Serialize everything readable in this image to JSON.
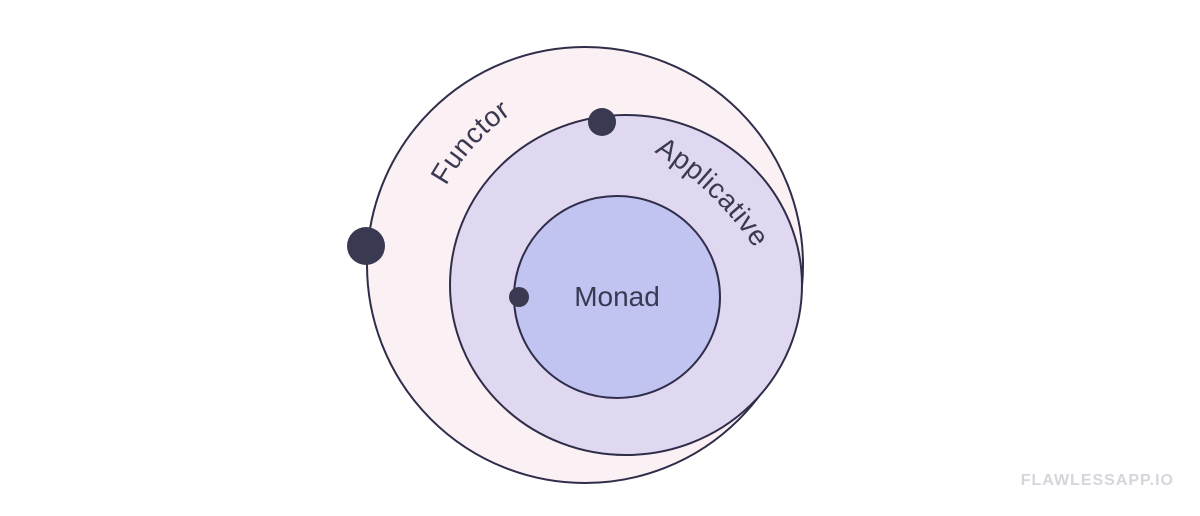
{
  "diagram": {
    "outer_label": "Functor",
    "middle_label": "Applicative",
    "inner_label": "Monad",
    "colors": {
      "outline": "#2f2d49",
      "outer_fill": "#fbf0f4",
      "middle_fill": "#e0d8f0",
      "inner_fill": "#c1c3f1",
      "dot": "#3a3952",
      "text": "#3a3952"
    }
  },
  "footer": {
    "watermark": "FLAWLESSAPP.IO"
  }
}
